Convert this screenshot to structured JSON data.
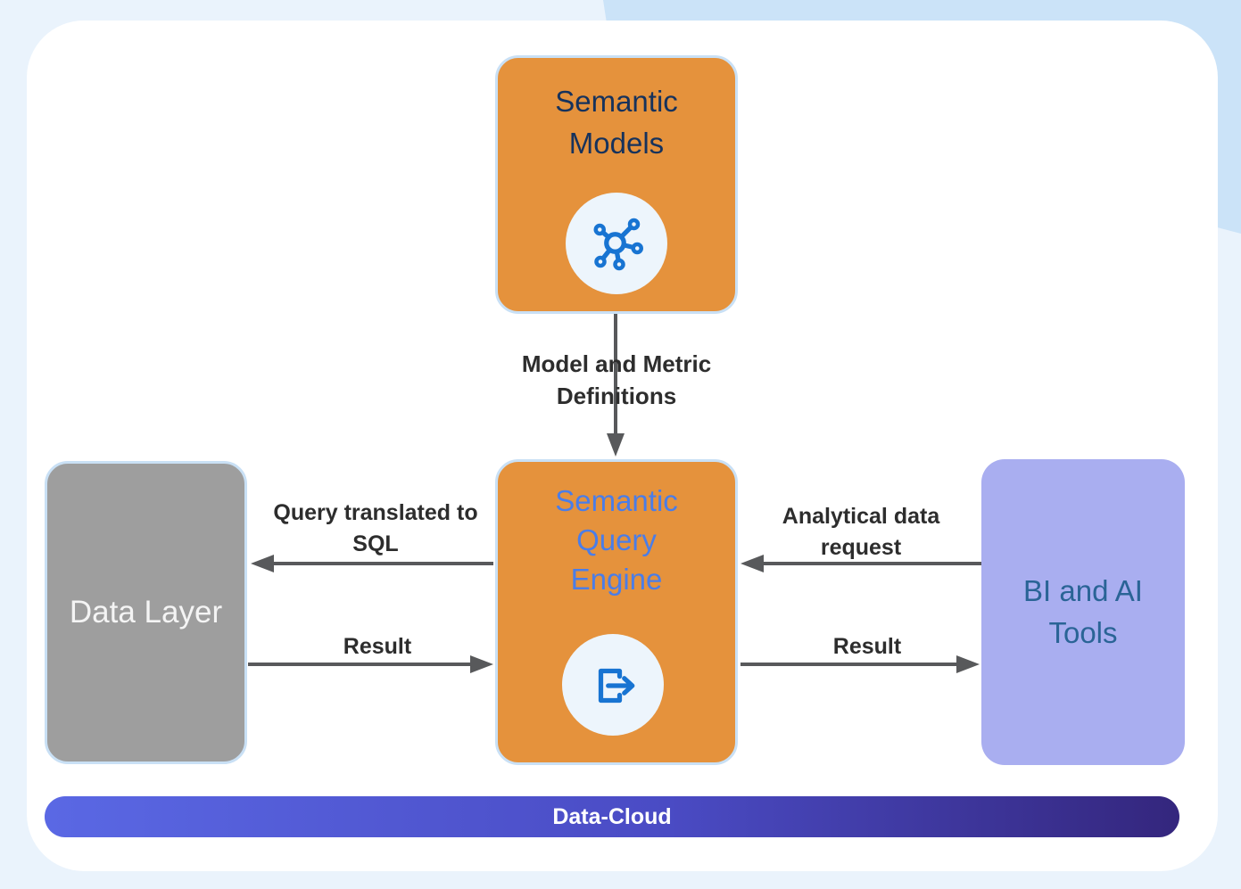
{
  "nodes": {
    "semantic_models": {
      "label": "Semantic Models"
    },
    "semantic_query_engine": {
      "label": "Semantic Query Engine"
    },
    "data_layer": {
      "label": "Data Layer"
    },
    "bi_and_ai_tools": {
      "label": "BI and AI Tools"
    },
    "data_cloud_bar": {
      "label": "Data-Cloud"
    }
  },
  "edges": {
    "model_and_metric_definitions": {
      "label": "Model and Metric Definitions",
      "from": "semantic_models",
      "to": "semantic_query_engine",
      "direction": "down"
    },
    "query_translated_to_sql": {
      "label": "Query translated to SQL",
      "from": "semantic_query_engine",
      "to": "data_layer",
      "direction": "left"
    },
    "result_to_engine": {
      "label": "Result",
      "from": "data_layer",
      "to": "semantic_query_engine",
      "direction": "right"
    },
    "analytical_data_request": {
      "label": "Analytical data request",
      "from": "bi_and_ai_tools",
      "to": "semantic_query_engine",
      "direction": "left"
    },
    "result_to_tools": {
      "label": "Result",
      "from": "semantic_query_engine",
      "to": "bi_and_ai_tools",
      "direction": "right"
    }
  },
  "icons": {
    "semantic_models_icon": "network-hub-icon",
    "semantic_query_engine_icon": "export-arrow-icon"
  },
  "colors": {
    "page_background": "#EAF3FC",
    "decorative_shape": "#CBE3F8",
    "card_background": "#FFFFFF",
    "node_orange": "#E5923C",
    "node_border_light_blue": "#C9E0F5",
    "node_gray": "#9E9E9E",
    "node_purple": "#A9AEF0",
    "title_navy": "#16325C",
    "title_blue": "#4A7DE8",
    "title_steel_blue": "#2A6496",
    "icon_blue": "#1874D2",
    "icon_circle_background": "#EDF5FC",
    "arrow_gray": "#58595B",
    "bar_gradient_start": "#5A68E4",
    "bar_gradient_end": "#34267D"
  }
}
